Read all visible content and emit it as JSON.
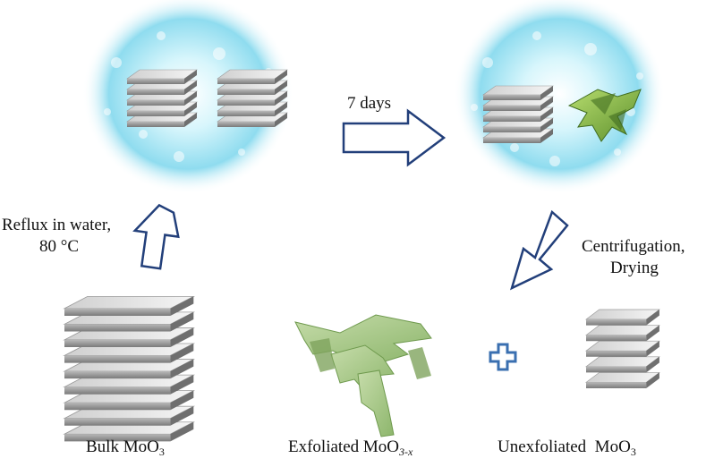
{
  "colors": {
    "bubble_core": "#ffffff",
    "bubble_mid": "#bfeef9",
    "bubble_edge": "#5fcbe6",
    "arrow_stroke": "#223f7a",
    "sheet_light": "#f2f2f2",
    "sheet_dark": "#8a8a8a",
    "flake_green": "#7fb04a",
    "flake_dark": "#4e7a2a",
    "exfoliated_green": "#a9c98a",
    "plus_blue": "#3a6fb0"
  },
  "icons": [
    "water-bubble-icon",
    "layered-sheets-icon",
    "green-flake-icon",
    "hollow-arrow-icon",
    "plus-icon"
  ],
  "labels": {
    "reflux_line1": "Reflux in water,",
    "reflux_line2": "80 °C",
    "days": "7 days",
    "centrifugation_line1": "Centrifugation,",
    "centrifugation_line2": "Drying",
    "bulk_text": "Bulk MoO",
    "bulk_sub": "3",
    "exfoliated_text": "Exfoliated MoO",
    "exfoliated_sub": "3-x",
    "unexfoliated_text": "Unexfoliated  MoO",
    "unexfoliated_sub": "3"
  }
}
